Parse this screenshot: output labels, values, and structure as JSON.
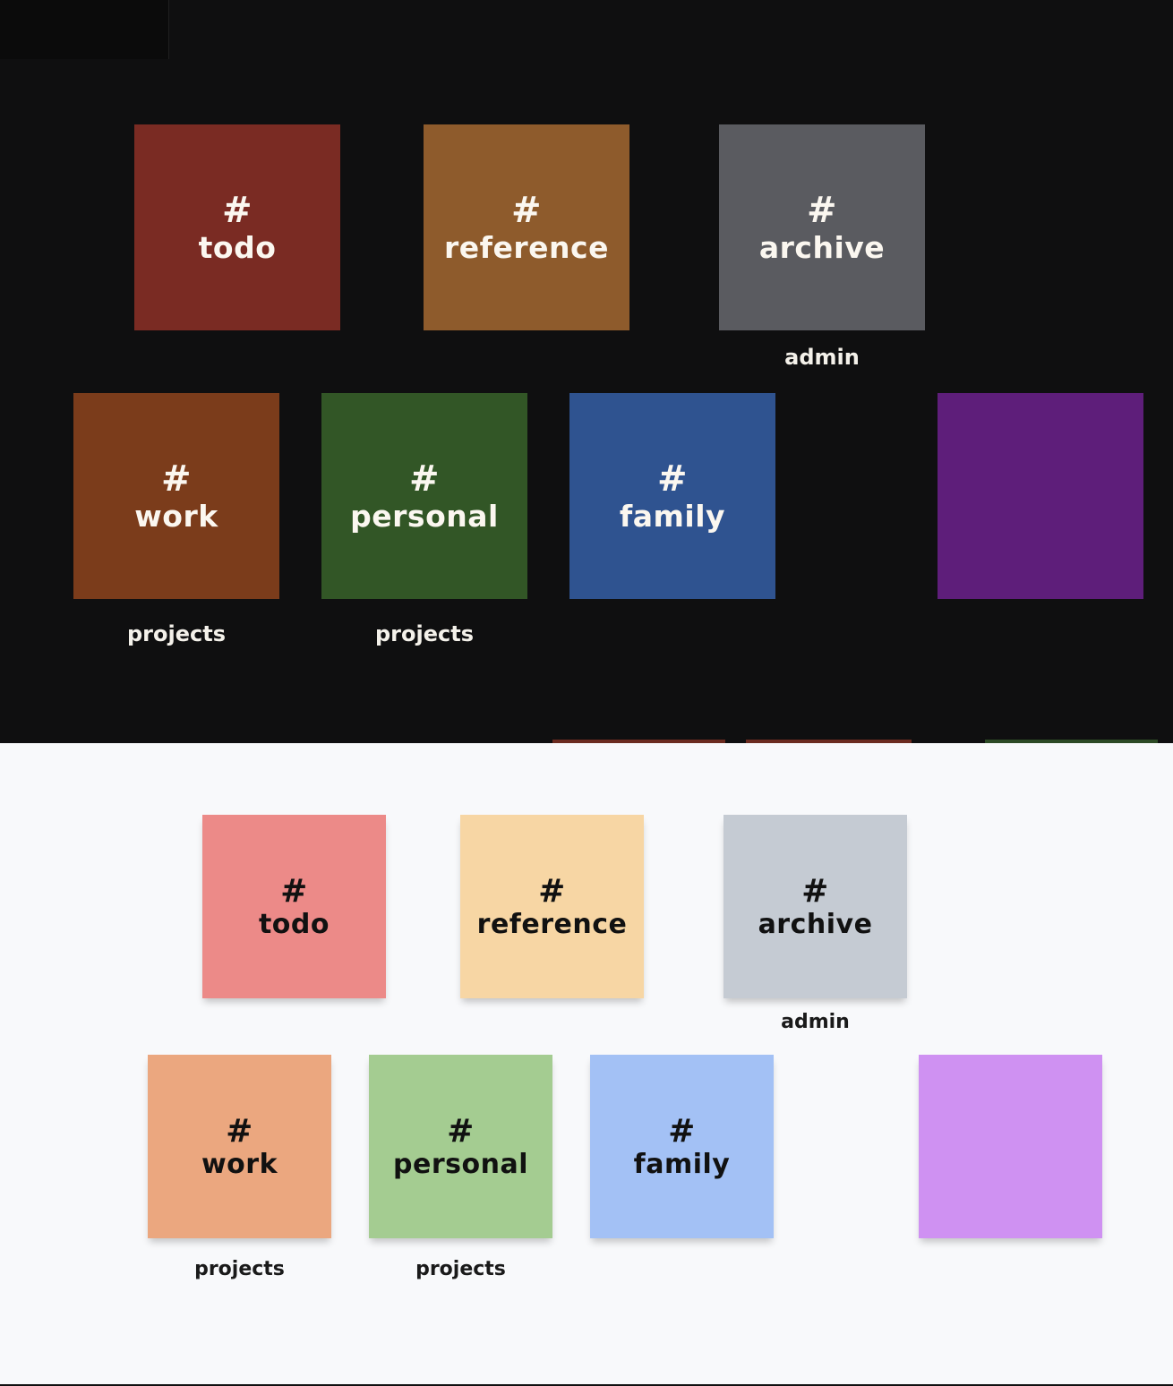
{
  "dark_theme": {
    "background": "#0f0f10",
    "notes": [
      {
        "hash": "#",
        "tag": "todo",
        "color": "#7a2b23",
        "caption": ""
      },
      {
        "hash": "#",
        "tag": "reference",
        "color": "#8e5b2c",
        "caption": ""
      },
      {
        "hash": "#",
        "tag": "archive",
        "color": "#5a5b60",
        "caption": "admin"
      },
      {
        "hash": "#",
        "tag": "work",
        "color": "#7b3c1b",
        "caption": "projects"
      },
      {
        "hash": "#",
        "tag": "personal",
        "color": "#325626",
        "caption": "projects"
      },
      {
        "hash": "#",
        "tag": "family",
        "color": "#2f5390",
        "caption": ""
      },
      {
        "hash": "",
        "tag": "",
        "color": "#5e1e7a",
        "caption": ""
      }
    ]
  },
  "light_theme": {
    "background": "#f8f9fb",
    "notes": [
      {
        "hash": "#",
        "tag": "todo",
        "color": "#ec8a88",
        "caption": ""
      },
      {
        "hash": "#",
        "tag": "reference",
        "color": "#f7d6a4",
        "caption": ""
      },
      {
        "hash": "#",
        "tag": "archive",
        "color": "#c5cbd3",
        "caption": "admin"
      },
      {
        "hash": "#",
        "tag": "work",
        "color": "#eba77f",
        "caption": "projects"
      },
      {
        "hash": "#",
        "tag": "personal",
        "color": "#a4cc91",
        "caption": "projects"
      },
      {
        "hash": "#",
        "tag": "family",
        "color": "#a3c1f5",
        "caption": ""
      },
      {
        "hash": "",
        "tag": "",
        "color": "#cf91f2",
        "caption": ""
      }
    ]
  }
}
